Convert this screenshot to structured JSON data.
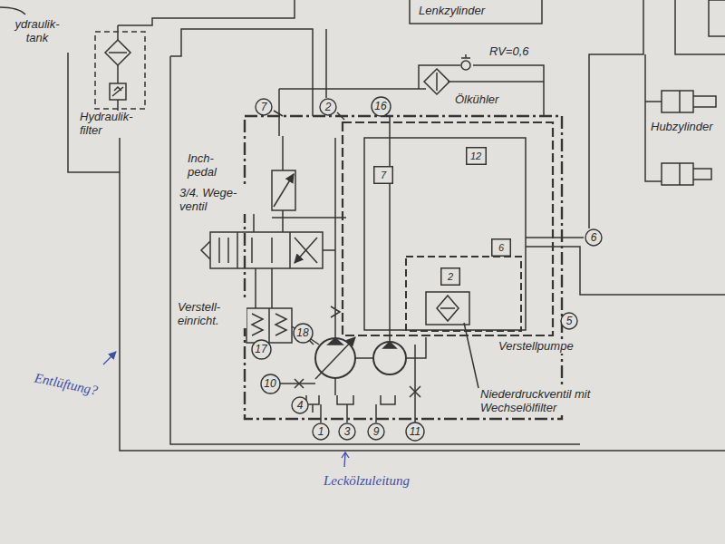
{
  "diagram": {
    "nodes": [
      {
        "text": [
          "7"
        ]
      },
      {
        "text": [
          "2"
        ]
      },
      {
        "text": [
          "16"
        ]
      },
      {
        "text": [
          "12"
        ]
      },
      {
        "text": [
          "7"
        ]
      },
      {
        "text": [
          "6"
        ]
      },
      {
        "text": [
          "6"
        ]
      },
      {
        "text": [
          "2"
        ]
      },
      {
        "text": [
          "5"
        ]
      },
      {
        "text": [
          "18"
        ]
      },
      {
        "text": [
          "17"
        ]
      },
      {
        "text": [
          "10"
        ]
      },
      {
        "text": [
          "4"
        ]
      },
      {
        "text": [
          "1"
        ]
      },
      {
        "text": [
          "3"
        ]
      },
      {
        "text": [
          "9"
        ]
      },
      {
        "text": [
          "11"
        ]
      }
    ],
    "labels": [
      "ydraulik- tank",
      "Lenkzylinder",
      "RV=0,6",
      "Ölkühler",
      "Hydraulik- filter",
      "Hubzylinder",
      "Inch- pedal",
      "3/4. Wege- ventil",
      "Verstell- einricht.",
      "Verstellpumpe",
      "Entlüftung?",
      "Niederdruckventil mit Wechselölfilter",
      "Leckölzuleitung"
    ]
  }
}
